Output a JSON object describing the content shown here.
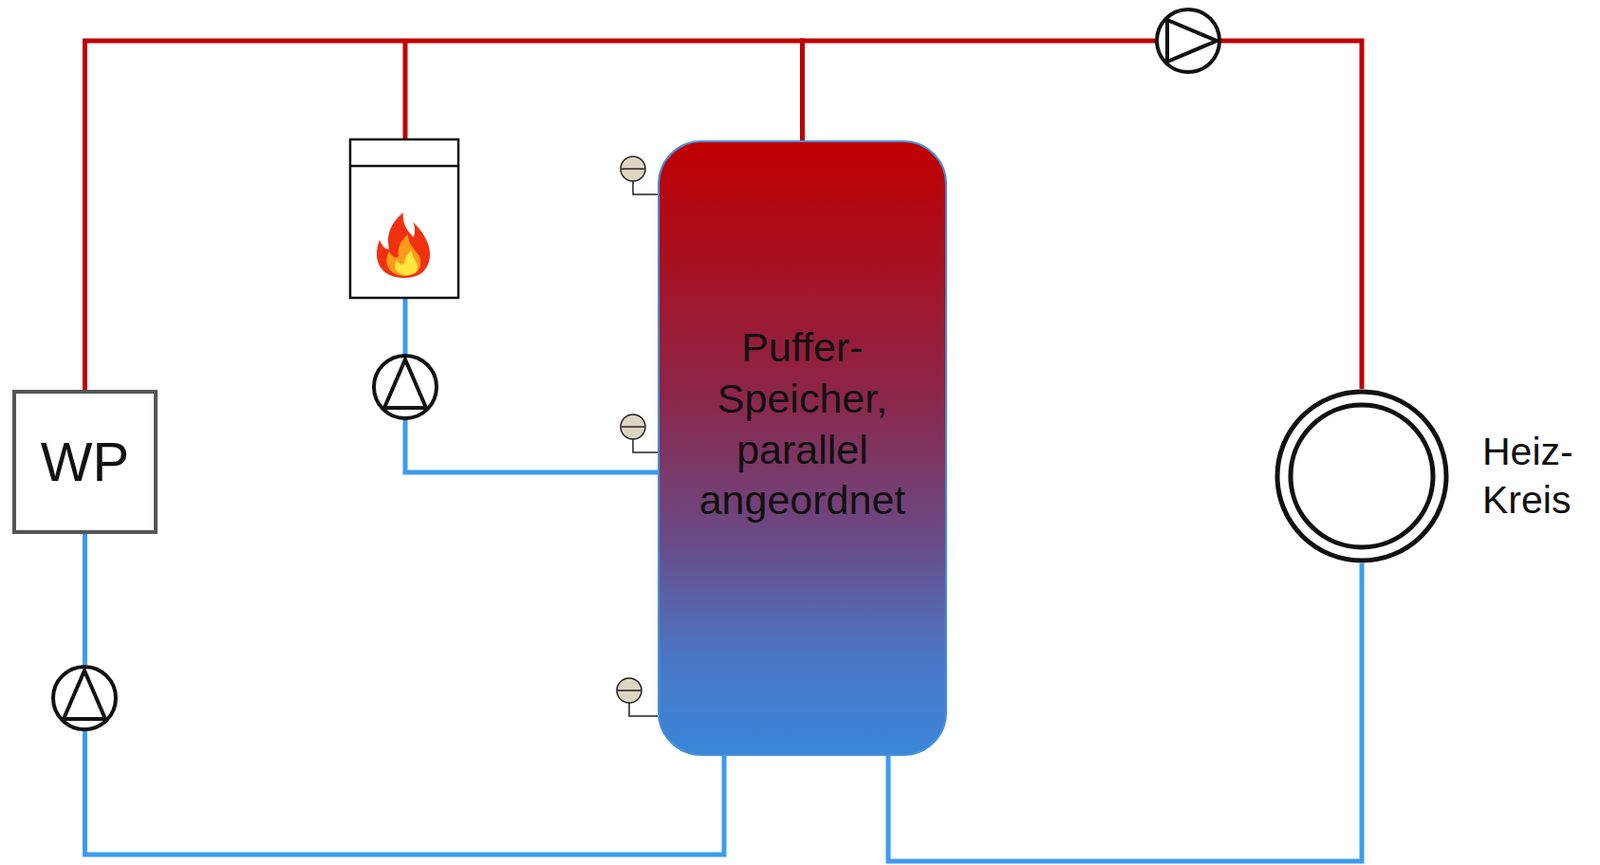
{
  "diagram": {
    "nodes": [
      {
        "text": [
          "WP"
        ]
      },
      {
        "text": [
          "Puffer- Speicher, parallel angeordnet"
        ]
      },
      {
        "text": [
          "Heiz- Kreis"
        ]
      }
    ],
    "edges": [
      {
        "from": 0,
        "to": 1,
        "arrow": "none"
      },
      {
        "from": 1,
        "to": 2,
        "arrow": "none"
      },
      {
        "from": 0,
        "to": 1,
        "arrow": "none"
      },
      {
        "from": 1,
        "to": 2,
        "arrow": "none"
      }
    ]
  }
}
